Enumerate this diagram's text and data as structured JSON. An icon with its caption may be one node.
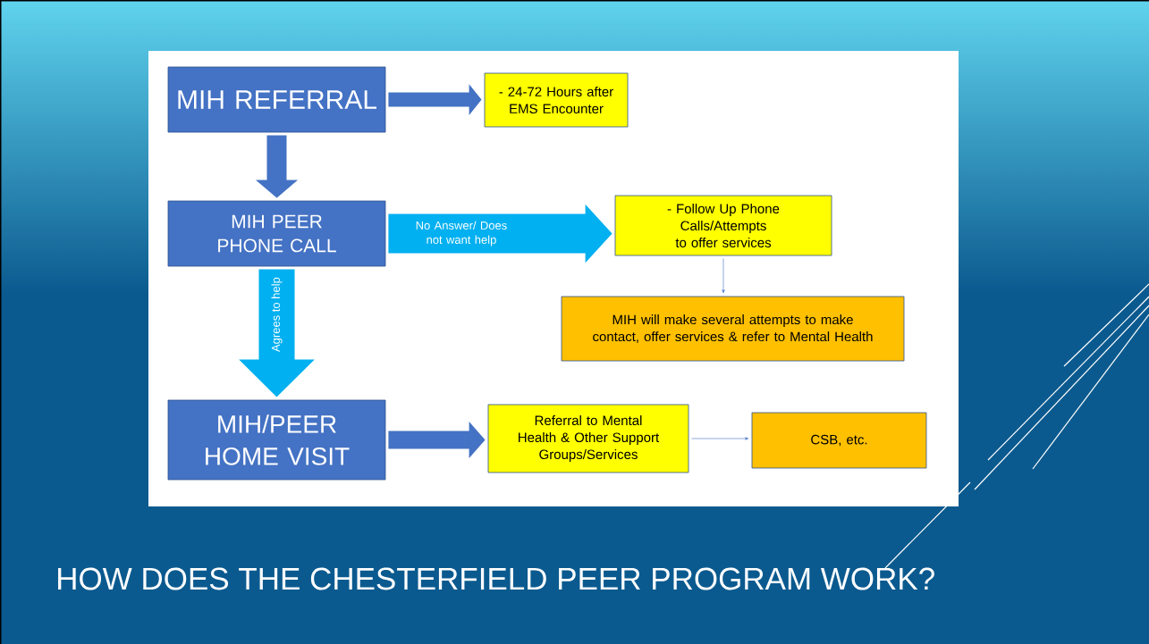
{
  "diagram": {
    "title": "HOW DOES THE CHESTERFIELD PEER PROGRAM WORK?",
    "nodes": [
      {
        "text": [
          "MIH REFERRAL"
        ]
      },
      {
        "text": [
          "- 24-72 Hours after EMS Encounter"
        ]
      },
      {
        "text": [
          "MIH PEER PHONE CALL"
        ]
      },
      {
        "text": [
          "- Follow Up Phone Calls/Attempts to offer services"
        ]
      },
      {
        "text": [
          "MIH will make several attempts to make contact, offer services & refer to Mental Health"
        ]
      },
      {
        "text": [
          "MIH/PEER HOME VISIT"
        ]
      },
      {
        "text": [
          "Referral to Mental Health & Other Support Groups/Services"
        ]
      },
      {
        "text": [
          "CSB, etc."
        ]
      }
    ],
    "edges": [
      {
        "from": 0,
        "to": 1,
        "arrow": "to",
        "color": "#4472c4"
      },
      {
        "from": 0,
        "to": 2,
        "arrow": "to",
        "color": "#4472c4"
      },
      {
        "from": 2,
        "to": 3,
        "arrow": "to",
        "style": "thick",
        "color": "#00b0f0",
        "label": "No Answer/ Does not want help"
      },
      {
        "from": 3,
        "to": 4,
        "arrow": "to",
        "color": "#4472c4"
      },
      {
        "from": 2,
        "to": 5,
        "arrow": "to",
        "style": "thick",
        "color": "#00b0f0",
        "label": "Agrees to help"
      },
      {
        "from": 5,
        "to": 6,
        "arrow": "to",
        "color": "#4472c4"
      },
      {
        "from": 6,
        "to": 7,
        "arrow": "to",
        "color": "#4472c4"
      }
    ]
  }
}
